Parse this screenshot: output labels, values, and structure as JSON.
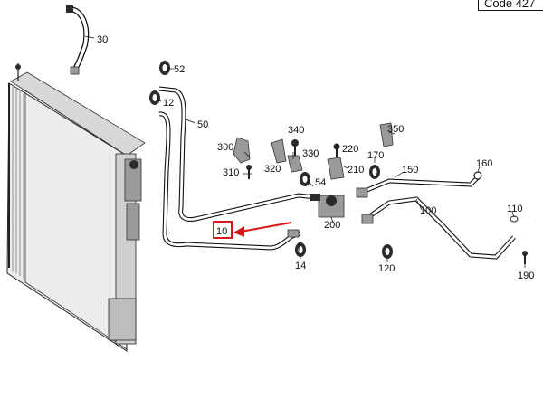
{
  "code_label": "Code 427",
  "highlighted_part": "10",
  "highlight_color": "#d81818",
  "parts": {
    "p10": "10",
    "p12": "12",
    "p14": "14",
    "p30": "30",
    "p50": "50",
    "p52": "52",
    "p54": "54",
    "p100": "100",
    "p110": "110",
    "p120": "120",
    "p150": "150",
    "p160": "160",
    "p170": "170",
    "p190": "190",
    "p200": "200",
    "p210": "210",
    "p220": "220",
    "p300": "300",
    "p310": "310",
    "p320": "320",
    "p330": "330",
    "p340": "340",
    "p350": "350"
  }
}
